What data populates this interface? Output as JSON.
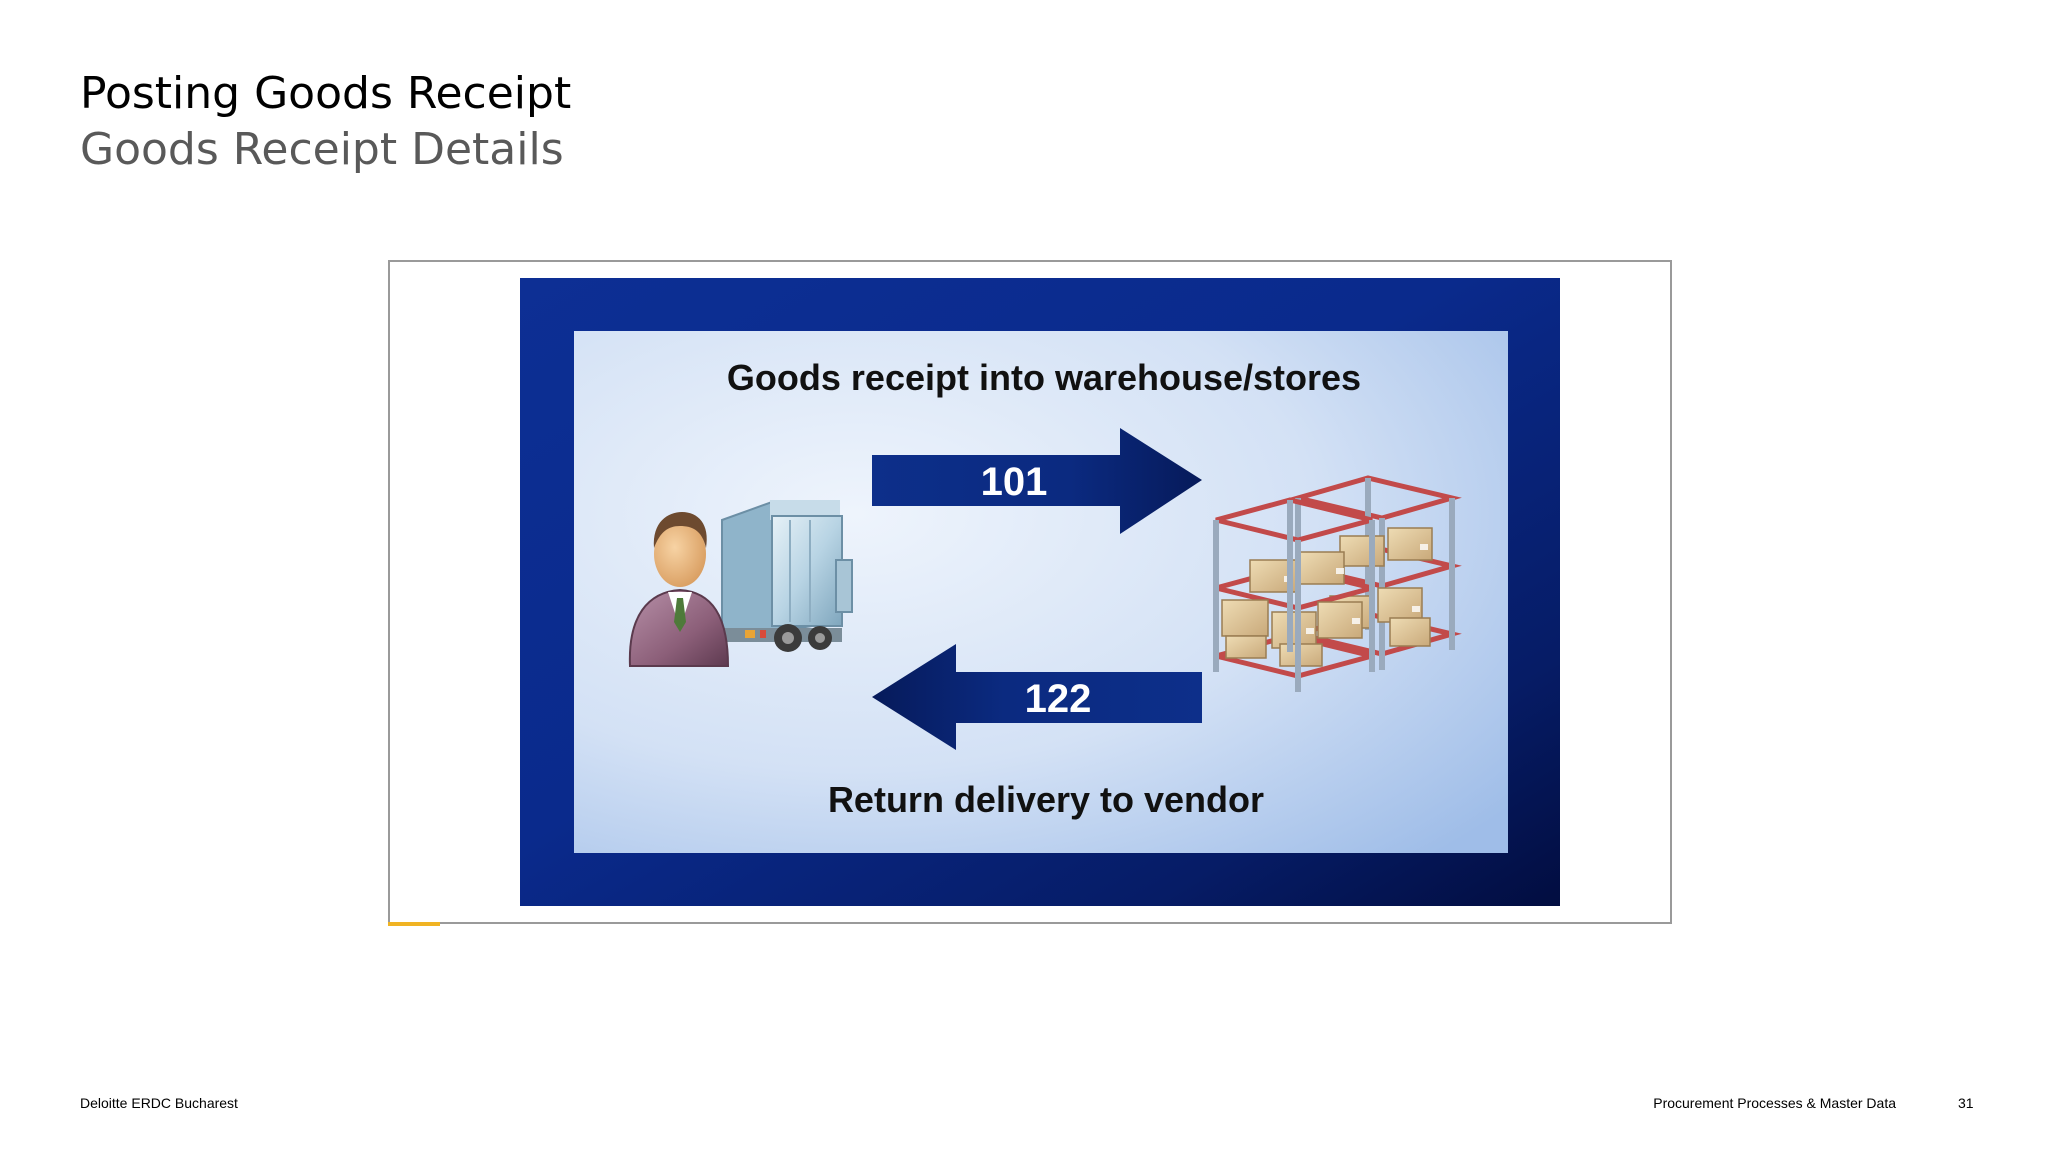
{
  "slide": {
    "title": "Posting Goods Receipt",
    "subtitle": "Goods Receipt Details"
  },
  "diagram": {
    "top_caption": "Goods receipt into warehouse/stores",
    "bottom_caption": "Return delivery to vendor",
    "movement_types": {
      "goods_receipt": "101",
      "return_delivery": "122"
    },
    "colors": {
      "frame_navy": "#0a2a8c",
      "frame_dark": "#020d40",
      "arrow_navy": "#0b2a80",
      "panel_light": "#dde8f7",
      "panel_blue": "#a9c4ea",
      "accent": "#f0b323"
    },
    "icons": [
      "vendor-person-icon",
      "delivery-truck-icon",
      "warehouse-shelves-icon"
    ]
  },
  "footer": {
    "left": "Deloitte ERDC Bucharest",
    "right": "Procurement Processes & Master Data",
    "page_number": "31"
  }
}
